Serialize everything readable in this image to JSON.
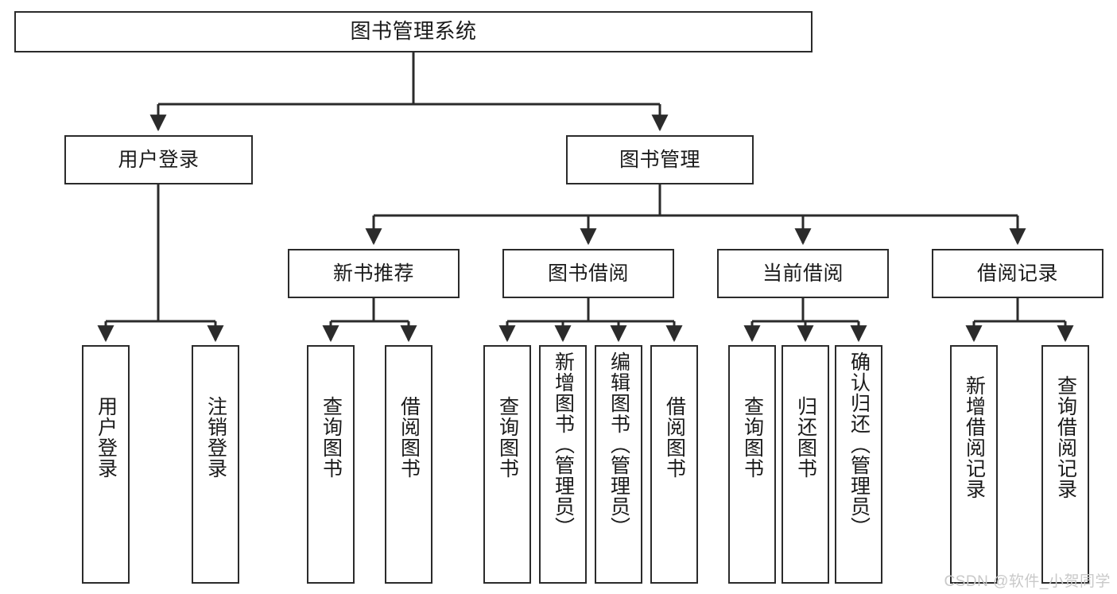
{
  "diagram": {
    "title": "图书管理系统",
    "type": "tree-hierarchy-chart",
    "orientation": "top-down",
    "colors": {
      "box_border": "#2b2b2b",
      "box_fill": "#ffffff",
      "connector": "#2b2b2b",
      "text": "#1a1a1a",
      "watermark": "#c9c9c9",
      "background": "#ffffff"
    }
  },
  "root": {
    "label": "图书管理系统"
  },
  "level2": [
    {
      "label": "用户登录"
    },
    {
      "label": "图书管理"
    }
  ],
  "level3": [
    {
      "label": "新书推荐"
    },
    {
      "label": "图书借阅"
    },
    {
      "label": "当前借阅"
    },
    {
      "label": "借阅记录"
    }
  ],
  "leaves": {
    "user_login": [
      {
        "label": "用户登录"
      },
      {
        "label": "注销登录"
      }
    ],
    "new_book_recommend": [
      {
        "label": "查询图书"
      },
      {
        "label": "借阅图书"
      }
    ],
    "book_borrow": [
      {
        "label": "查询图书"
      },
      {
        "label": "新增图书（管理员）"
      },
      {
        "label": "编辑图书（管理员）"
      },
      {
        "label": "借阅图书"
      }
    ],
    "current_borrow": [
      {
        "label": "查询图书"
      },
      {
        "label": "归还图书"
      },
      {
        "label": "确认归还（管理员）"
      }
    ],
    "borrow_record": [
      {
        "label": "新增借阅记录"
      },
      {
        "label": "查询借阅记录"
      }
    ]
  },
  "watermark": {
    "text": "CSDN @软件_小贺同学"
  }
}
